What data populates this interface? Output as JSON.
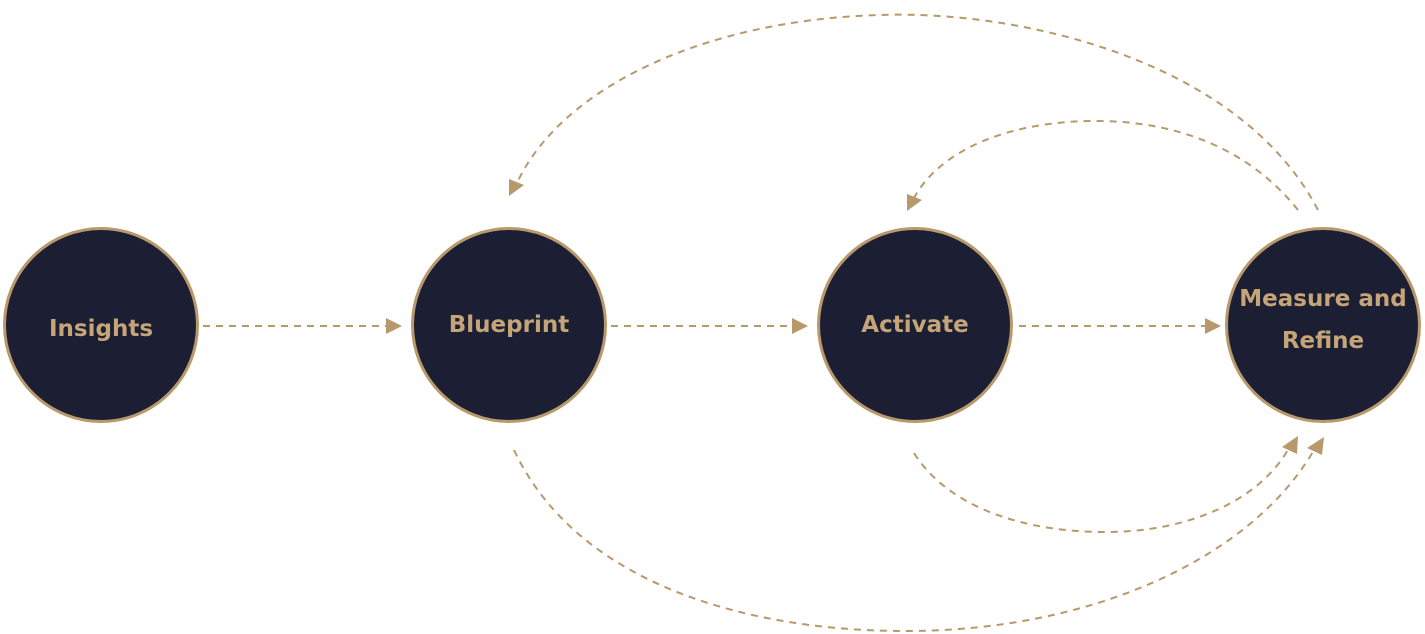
{
  "diagram": {
    "nodes": [
      {
        "id": "insights",
        "label": "Insights"
      },
      {
        "id": "blueprint",
        "label": "Blueprint"
      },
      {
        "id": "activate",
        "label": "Activate"
      },
      {
        "id": "measure",
        "label": "Measure and Refine"
      }
    ],
    "edges": [
      {
        "from": "insights",
        "to": "blueprint",
        "style": "dashed"
      },
      {
        "from": "blueprint",
        "to": "activate",
        "style": "dashed"
      },
      {
        "from": "activate",
        "to": "measure",
        "style": "dashed"
      },
      {
        "from": "measure",
        "to": "blueprint",
        "style": "dashed-curved"
      },
      {
        "from": "measure",
        "to": "activate",
        "style": "dashed-curved"
      },
      {
        "from": "activate",
        "to": "measure",
        "style": "dashed-curved"
      },
      {
        "from": "blueprint",
        "to": "measure",
        "style": "dashed-curved"
      }
    ],
    "colors": {
      "node_fill": "#1c1f33",
      "node_border": "#b8996b",
      "label": "#c5a578",
      "connector": "#b8996b",
      "background": "#ffffff"
    }
  }
}
